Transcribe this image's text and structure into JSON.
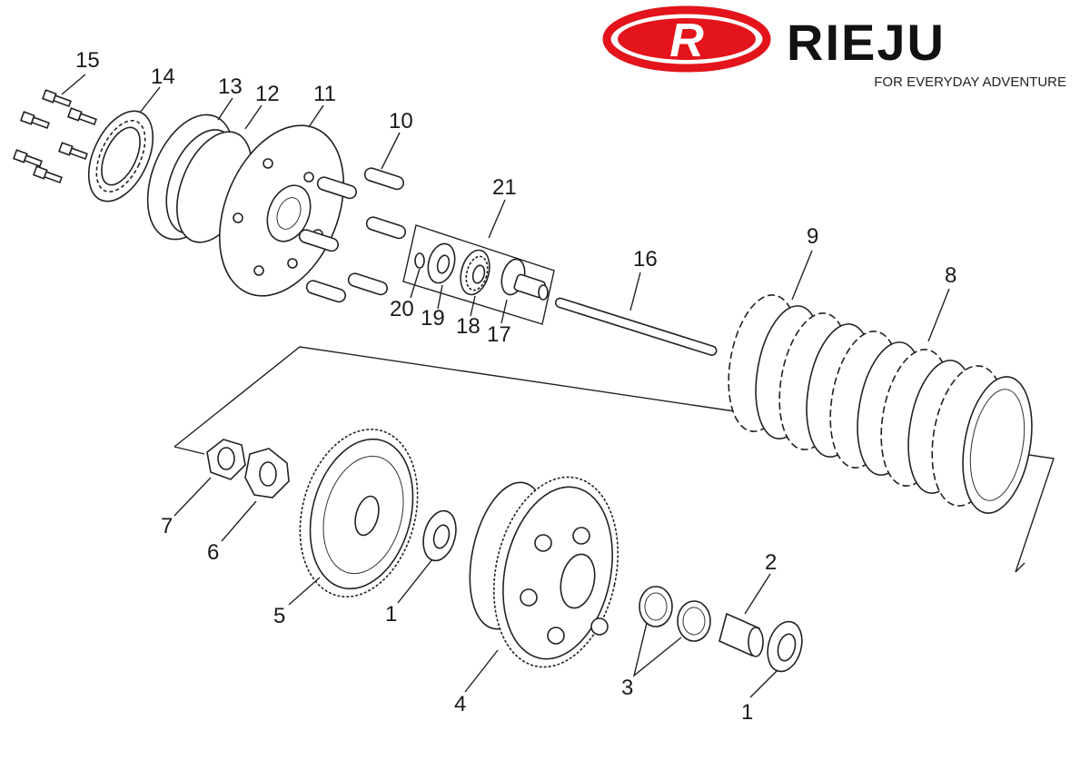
{
  "brand": {
    "logo_letter": "R",
    "name": "RIEJU",
    "tagline": "FOR EVERYDAY ADVENTURE",
    "logo_red": "#e3141b"
  },
  "callouts": [
    {
      "id": "1a",
      "label": "1"
    },
    {
      "id": "1b",
      "label": "1"
    },
    {
      "id": "2",
      "label": "2"
    },
    {
      "id": "3",
      "label": "3"
    },
    {
      "id": "4",
      "label": "4"
    },
    {
      "id": "5",
      "label": "5"
    },
    {
      "id": "6",
      "label": "6"
    },
    {
      "id": "7",
      "label": "7"
    },
    {
      "id": "8",
      "label": "8"
    },
    {
      "id": "9",
      "label": "9"
    },
    {
      "id": "10",
      "label": "10"
    },
    {
      "id": "11",
      "label": "11"
    },
    {
      "id": "12",
      "label": "12"
    },
    {
      "id": "13",
      "label": "13"
    },
    {
      "id": "14",
      "label": "14"
    },
    {
      "id": "15",
      "label": "15"
    },
    {
      "id": "16",
      "label": "16"
    },
    {
      "id": "17",
      "label": "17"
    },
    {
      "id": "18",
      "label": "18"
    },
    {
      "id": "19",
      "label": "19"
    },
    {
      "id": "20",
      "label": "20"
    },
    {
      "id": "21",
      "label": "21"
    }
  ]
}
